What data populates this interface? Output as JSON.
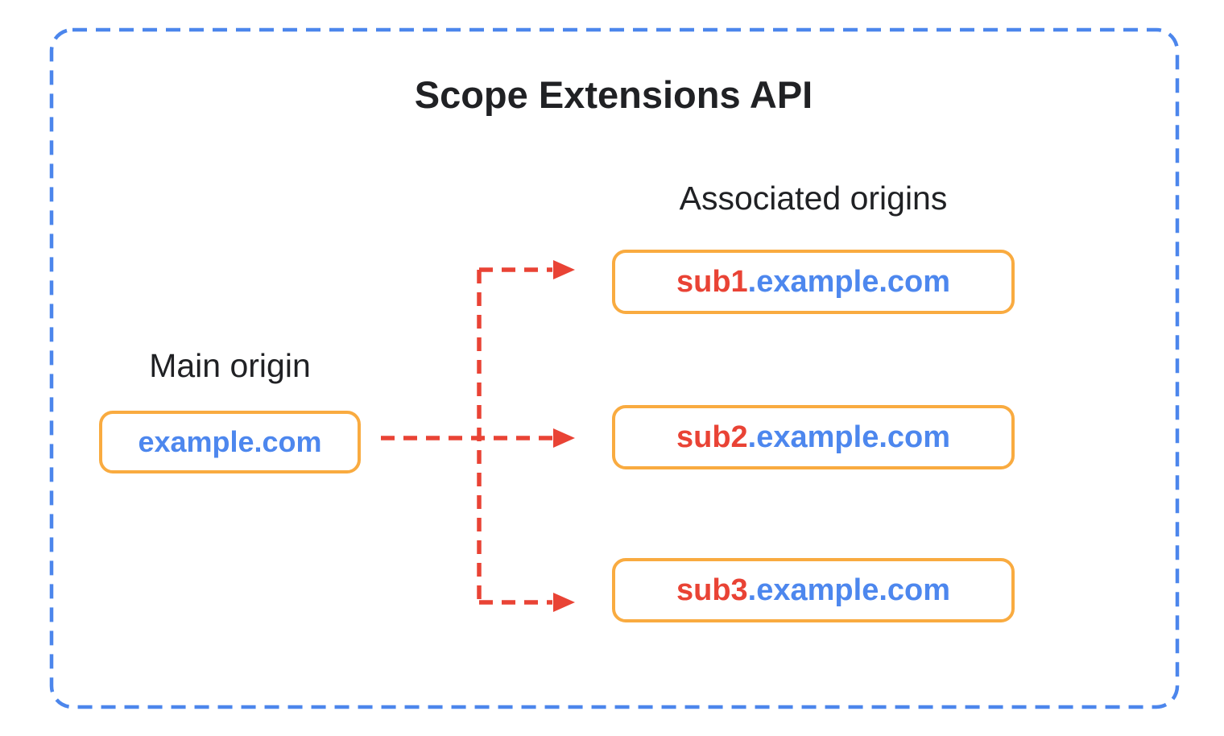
{
  "diagram": {
    "title": "Scope Extensions API",
    "main_origin": {
      "label": "Main origin",
      "domain": "example.com"
    },
    "associated_origins": {
      "label": "Associated origins",
      "items": [
        {
          "highlight": "sub1",
          "domain_rest": ".example.com"
        },
        {
          "highlight": "sub2",
          "domain_rest": ".example.com"
        },
        {
          "highlight": "sub3",
          "domain_rest": ".example.com"
        }
      ]
    }
  },
  "colors": {
    "background": "#FFFFFF",
    "frame_blue": "#4C86EC",
    "arrow_red": "#E94335",
    "highlight_red": "#E94335",
    "domain_blue": "#4D87EE",
    "box_border_orange": "#F9AB40",
    "text_black": "#202124"
  }
}
